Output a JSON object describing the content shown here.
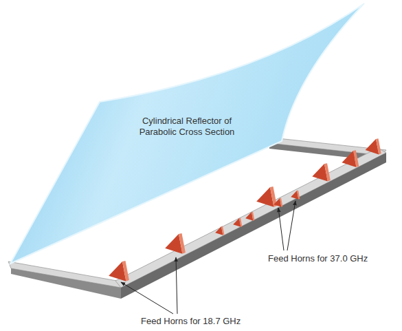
{
  "diagram": {
    "nodes": [
      {
        "text": [
          "Cylindrical Reflector of Parabolic Cross Section"
        ]
      }
    ],
    "labels": [
      "Feed Horns for 37.0 GHz",
      "Feed Horns for 18.7 GHz"
    ]
  }
}
